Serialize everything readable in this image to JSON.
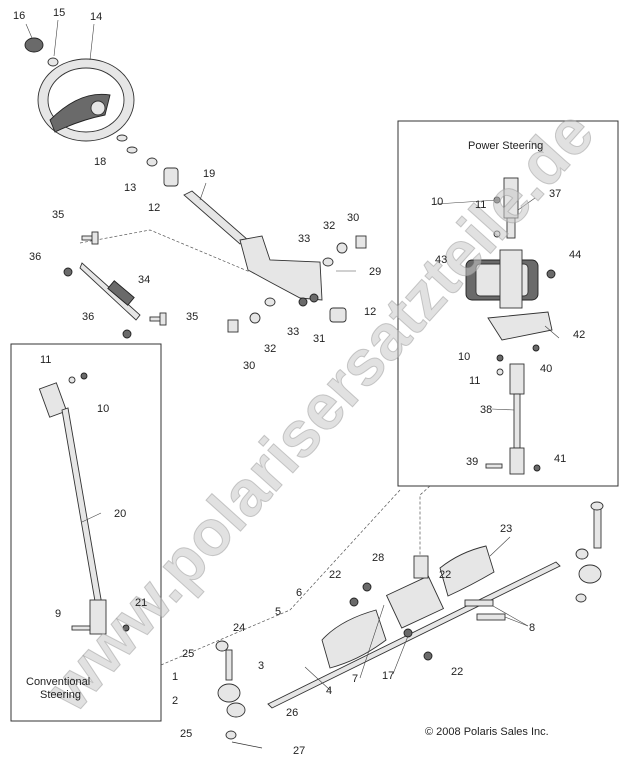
{
  "callouts": [
    "16",
    "15",
    "14",
    "18",
    "13",
    "12",
    "19",
    "35",
    "36",
    "34",
    "35",
    "36",
    "33",
    "32",
    "30",
    "29",
    "33",
    "32",
    "30",
    "31",
    "12",
    "11",
    "10",
    "20",
    "9",
    "21",
    "10",
    "11",
    "37",
    "43",
    "44",
    "42",
    "10",
    "11",
    "40",
    "38",
    "39",
    "41",
    "23",
    "28",
    "22",
    "6",
    "5",
    "22",
    "8",
    "24",
    "25",
    "1",
    "3",
    "2",
    "25",
    "26",
    "27",
    "4",
    "7",
    "17",
    "22"
  ],
  "labels": {
    "power_steering": "Power Steering",
    "conventional_steering_line1": "Conventional",
    "conventional_steering_line2": "Steering",
    "copyright": "© 2008 Polaris Sales Inc."
  },
  "watermark": "www.polarisersatzteile.de"
}
